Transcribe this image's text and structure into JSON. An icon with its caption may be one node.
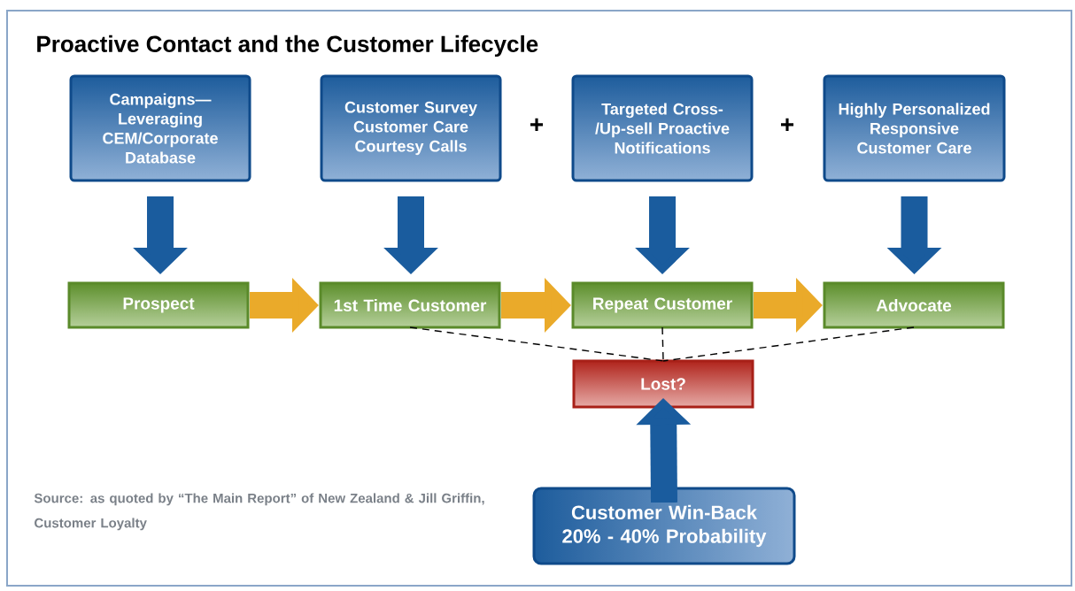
{
  "diagram": {
    "title": "Proactive Contact and the Customer Lifecycle",
    "nodes": [
      {
        "text": [
          "Campaigns—Leveraging CEM/Corporate Database"
        ]
      },
      {
        "text": [
          "Customer Survey Customer Care Courtesy Calls"
        ]
      },
      {
        "text": [
          "Targeted Cross-/Up-sell Proactive Notifications"
        ]
      },
      {
        "text": [
          "Highly Personalized Responsive Customer Care"
        ]
      },
      {
        "text": [
          "Prospect"
        ]
      },
      {
        "text": [
          "1st Time Customer"
        ]
      },
      {
        "text": [
          "Repeat Customer"
        ]
      },
      {
        "text": [
          "Advocate"
        ]
      },
      {
        "text": [
          "Lost?"
        ]
      },
      {
        "text": [
          "Customer Win-Back 20% - 40% Probability"
        ]
      }
    ],
    "edges": [
      {
        "from": 0,
        "to": 4,
        "arrow": "to"
      },
      {
        "from": 1,
        "to": 5,
        "arrow": "to"
      },
      {
        "from": 2,
        "to": 6,
        "arrow": "to"
      },
      {
        "from": 3,
        "to": 7,
        "arrow": "to"
      },
      {
        "from": 4,
        "to": 5,
        "arrow": "to",
        "color": "#eaaa2a"
      },
      {
        "from": 5,
        "to": 6,
        "arrow": "to",
        "color": "#eaaa2a"
      },
      {
        "from": 6,
        "to": 7,
        "arrow": "to",
        "color": "#eaaa2a"
      },
      {
        "from": 5,
        "to": 8,
        "arrow": "none",
        "style": "dashed",
        "color": "#000000"
      },
      {
        "from": 6,
        "to": 8,
        "arrow": "none",
        "style": "dashed",
        "color": "#000000"
      },
      {
        "from": 7,
        "to": 8,
        "arrow": "none",
        "style": "dashed",
        "color": "#000000"
      },
      {
        "from": 9,
        "to": 8,
        "arrow": "to"
      }
    ],
    "labels": [
      "+",
      "+",
      "Source: as quoted by “The Main Report” of New Zealand & Jill Griffin, Customer Loyalty"
    ]
  }
}
